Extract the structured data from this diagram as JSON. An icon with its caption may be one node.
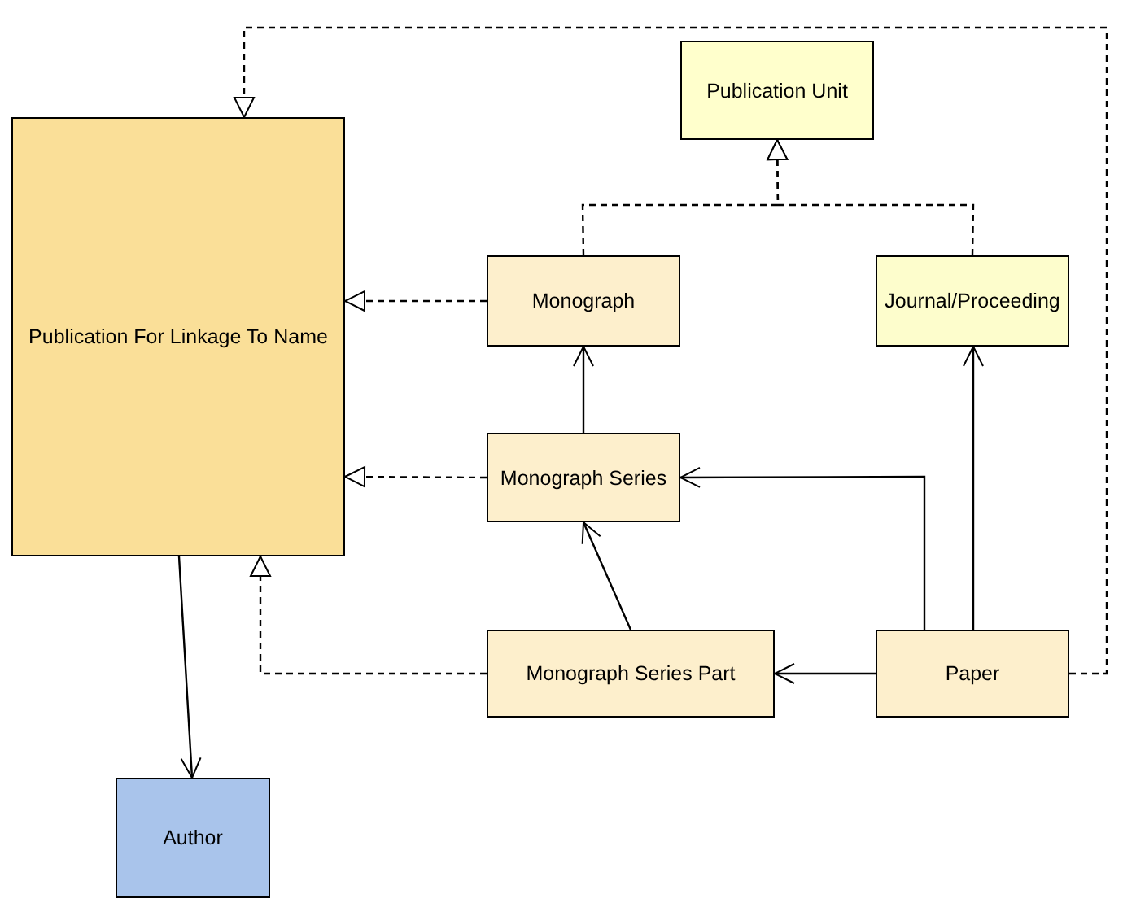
{
  "diagram": {
    "nodes": [
      {
        "text": [
          "Publication Unit"
        ]
      },
      {
        "text": [
          "Publication For Linkage To Name"
        ]
      },
      {
        "text": [
          "Monograph"
        ]
      },
      {
        "text": [
          "Journal/Proceeding"
        ]
      },
      {
        "text": [
          "Monograph Series"
        ]
      },
      {
        "text": [
          "Monograph Series Part"
        ]
      },
      {
        "text": [
          "Paper"
        ]
      },
      {
        "text": [
          "Author"
        ]
      }
    ],
    "edges": [
      {
        "from": 2,
        "to": 0,
        "arrow": "to",
        "style": "dashed"
      },
      {
        "from": 3,
        "to": 0,
        "arrow": "to",
        "style": "dashed"
      },
      {
        "from": 2,
        "to": 1,
        "arrow": "to",
        "style": "dashed"
      },
      {
        "from": 4,
        "to": 1,
        "arrow": "to",
        "style": "dashed"
      },
      {
        "from": 5,
        "to": 1,
        "arrow": "to",
        "style": "dashed"
      },
      {
        "from": 6,
        "to": 1,
        "arrow": "to",
        "style": "dashed"
      },
      {
        "from": 4,
        "to": 2,
        "arrow": "to"
      },
      {
        "from": 5,
        "to": 4,
        "arrow": "to"
      },
      {
        "from": 6,
        "to": 5,
        "arrow": "to"
      },
      {
        "from": 6,
        "to": 4,
        "arrow": "to"
      },
      {
        "from": 6,
        "to": 3,
        "arrow": "to"
      },
      {
        "from": 1,
        "to": 7,
        "arrow": "to"
      }
    ]
  }
}
